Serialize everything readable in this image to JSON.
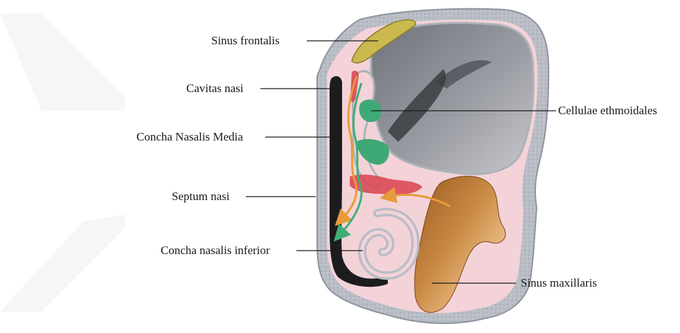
{
  "labels": {
    "sinus_frontalis": "Sinus frontalis",
    "cavitas_nasi": "Cavitas nasi",
    "concha_nasalis_media": "Concha Nasalis Media",
    "septum_nasi": "Septum nasi",
    "concha_nasalis_inferior": "Concha nasalis inferior",
    "cellulae_ethmoidales": "Cellulae ethmoidales",
    "sinus_maxillaris": "Sinus maxillaris"
  },
  "colors": {
    "bone": "#b9bdc6",
    "mucosa": "#f3d3d8",
    "orbit": "#8c8f97",
    "frontal_sinus": "#c9b94f",
    "ethmoid_cells": "#3fa877",
    "red_mucosa": "#d8424f",
    "maxillary_sinus": "#b8742f",
    "nasal_cavity": "#1c1c1e",
    "arrow_orange": "#e99a3a",
    "arrow_green": "#3fae76",
    "watermark": "#eceef0"
  }
}
